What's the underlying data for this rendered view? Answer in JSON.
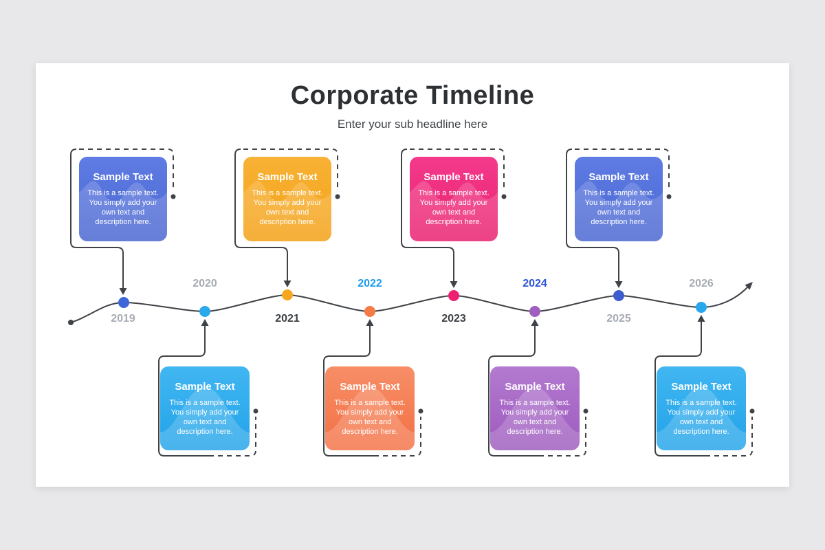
{
  "header": {
    "title": "Corporate Timeline",
    "subtitle": "Enter your sub headline here"
  },
  "card_text": {
    "title": "Sample Text",
    "body": "This is a sample text. You simply add your own text and description here."
  },
  "colors": {
    "background": "#e8e8ea",
    "slide": "#ffffff",
    "line": "#3f4347",
    "title": "#2e3134",
    "subtitle": "#3f4347",
    "card_text": "#ffffff"
  },
  "timeline": {
    "entries": [
      {
        "year": "2019",
        "side": "top",
        "label_color": "#a7acb4",
        "dot_color": "#3d66d8",
        "card_gradient": [
          "#5f7ce4",
          "#4a66d0"
        ]
      },
      {
        "year": "2020",
        "side": "bottom",
        "label_color": "#a7acb4",
        "dot_color": "#2aa9eb",
        "card_gradient": [
          "#41b6f1",
          "#22a3e9"
        ]
      },
      {
        "year": "2021",
        "side": "top",
        "label_color": "#3d4145",
        "dot_color": "#f6a71f",
        "card_gradient": [
          "#f8b236",
          "#f4a014"
        ]
      },
      {
        "year": "2022",
        "side": "bottom",
        "label_color": "#1d9ce9",
        "dot_color": "#f57a45",
        "card_gradient": [
          "#f78e67",
          "#f37044"
        ]
      },
      {
        "year": "2023",
        "side": "top",
        "label_color": "#3d4145",
        "dot_color": "#ed2071",
        "card_gradient": [
          "#f43a8c",
          "#e9206e"
        ]
      },
      {
        "year": "2024",
        "side": "bottom",
        "label_color": "#2d55d8",
        "dot_color": "#a05fc0",
        "card_gradient": [
          "#b37ad0",
          "#9d5abd"
        ]
      },
      {
        "year": "2025",
        "side": "top",
        "label_color": "#a7acb4",
        "dot_color": "#3f5bd0",
        "card_gradient": [
          "#5f7ce4",
          "#4a66d0"
        ]
      },
      {
        "year": "2026",
        "side": "bottom",
        "label_color": "#a7acb4",
        "dot_color": "#27a7ec",
        "card_gradient": [
          "#41b6f1",
          "#22a3e9"
        ]
      }
    ]
  }
}
